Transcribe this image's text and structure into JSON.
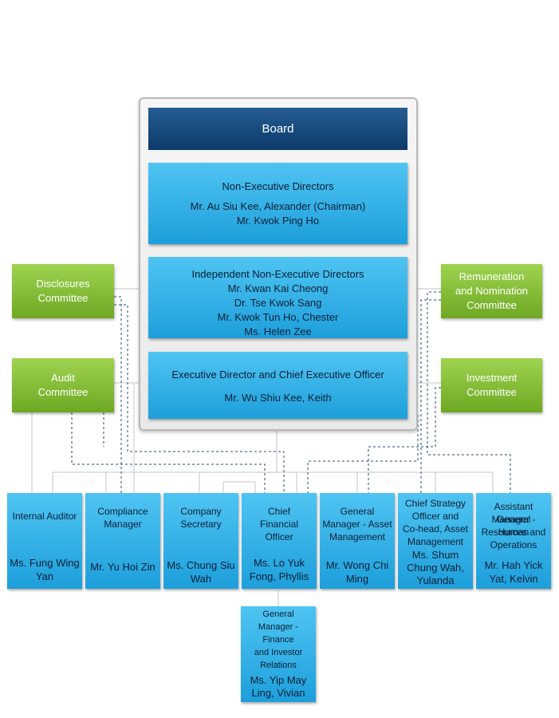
{
  "board": {
    "label": "Board"
  },
  "non_executive": {
    "title": "Non-Executive Directors",
    "members": [
      "Mr. Au Siu Kee, Alexander (Chairman)",
      "Mr. Kwok Ping Ho"
    ]
  },
  "independent": {
    "title": "Independent Non-Executive Directors",
    "members": [
      "Mr. Kwan Kai Cheong",
      "Dr. Tse Kwok Sang",
      "Mr. Kwok Tun Ho, Chester",
      "Ms. Helen Zee"
    ]
  },
  "executive": {
    "title": "Executive Director and Chief Executive Officer",
    "member": "Mr. Wu Shiu Kee, Keith"
  },
  "committees": {
    "disclosures": [
      "Disclosures",
      "Committee"
    ],
    "audit": [
      "Audit",
      "Committee"
    ],
    "remuneration": [
      "Remuneration",
      "and Nomination",
      "Committee"
    ],
    "investment": [
      "Investment",
      "Committee"
    ]
  },
  "officers": [
    {
      "role": [
        "Internal Auditor"
      ],
      "name": [
        "Ms. Fung Wing",
        "Yan"
      ]
    },
    {
      "role": [
        "Compliance",
        "Manager"
      ],
      "name": [
        "Mr. Yu Hoi Zin"
      ]
    },
    {
      "role": [
        "Company",
        "Secretary"
      ],
      "name": [
        "Ms. Chung Siu",
        "Wah"
      ]
    },
    {
      "role": [
        "Chief",
        "Financial",
        "Officer"
      ],
      "name": [
        "Ms. Lo Yuk",
        "Fong, Phyllis"
      ]
    },
    {
      "role": [
        "General",
        "Manager - Asset",
        "Management"
      ],
      "name": [
        "Mr. Wong Chi",
        "Ming"
      ]
    },
    {
      "role": [
        "Chief Strategy",
        "Officer and",
        "Co-head, Asset",
        "Management"
      ],
      "name": [
        "Ms. Shum",
        "Chung Wah,",
        "Yulanda"
      ]
    },
    {
      "role": [
        "Assistant General",
        "Manager - Human",
        "Resources and",
        "Operations"
      ],
      "name": [
        "Mr. Hah Yick",
        "Yat, Kelvin"
      ]
    }
  ],
  "sub_officer": {
    "role": [
      "General",
      "Manager -",
      "Finance",
      "and Investor",
      "Relations"
    ],
    "name": [
      "Ms. Yip May",
      "Ling, Vivian"
    ]
  }
}
